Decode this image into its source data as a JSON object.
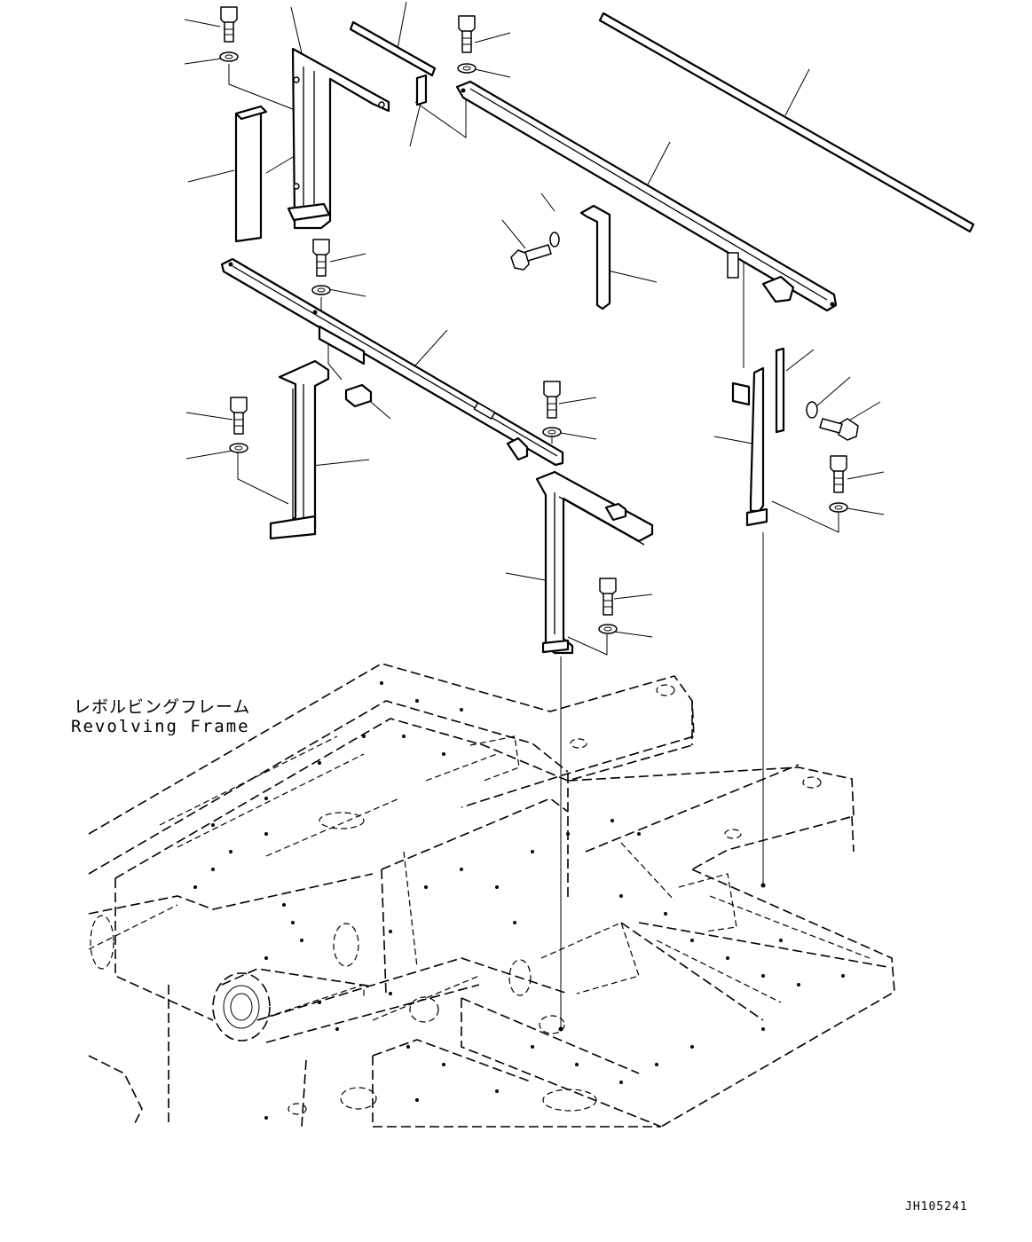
{
  "frame_label": {
    "japanese": "レボルビングフレーム",
    "english": "Revolving Frame"
  },
  "drawing_id": "JH105241"
}
